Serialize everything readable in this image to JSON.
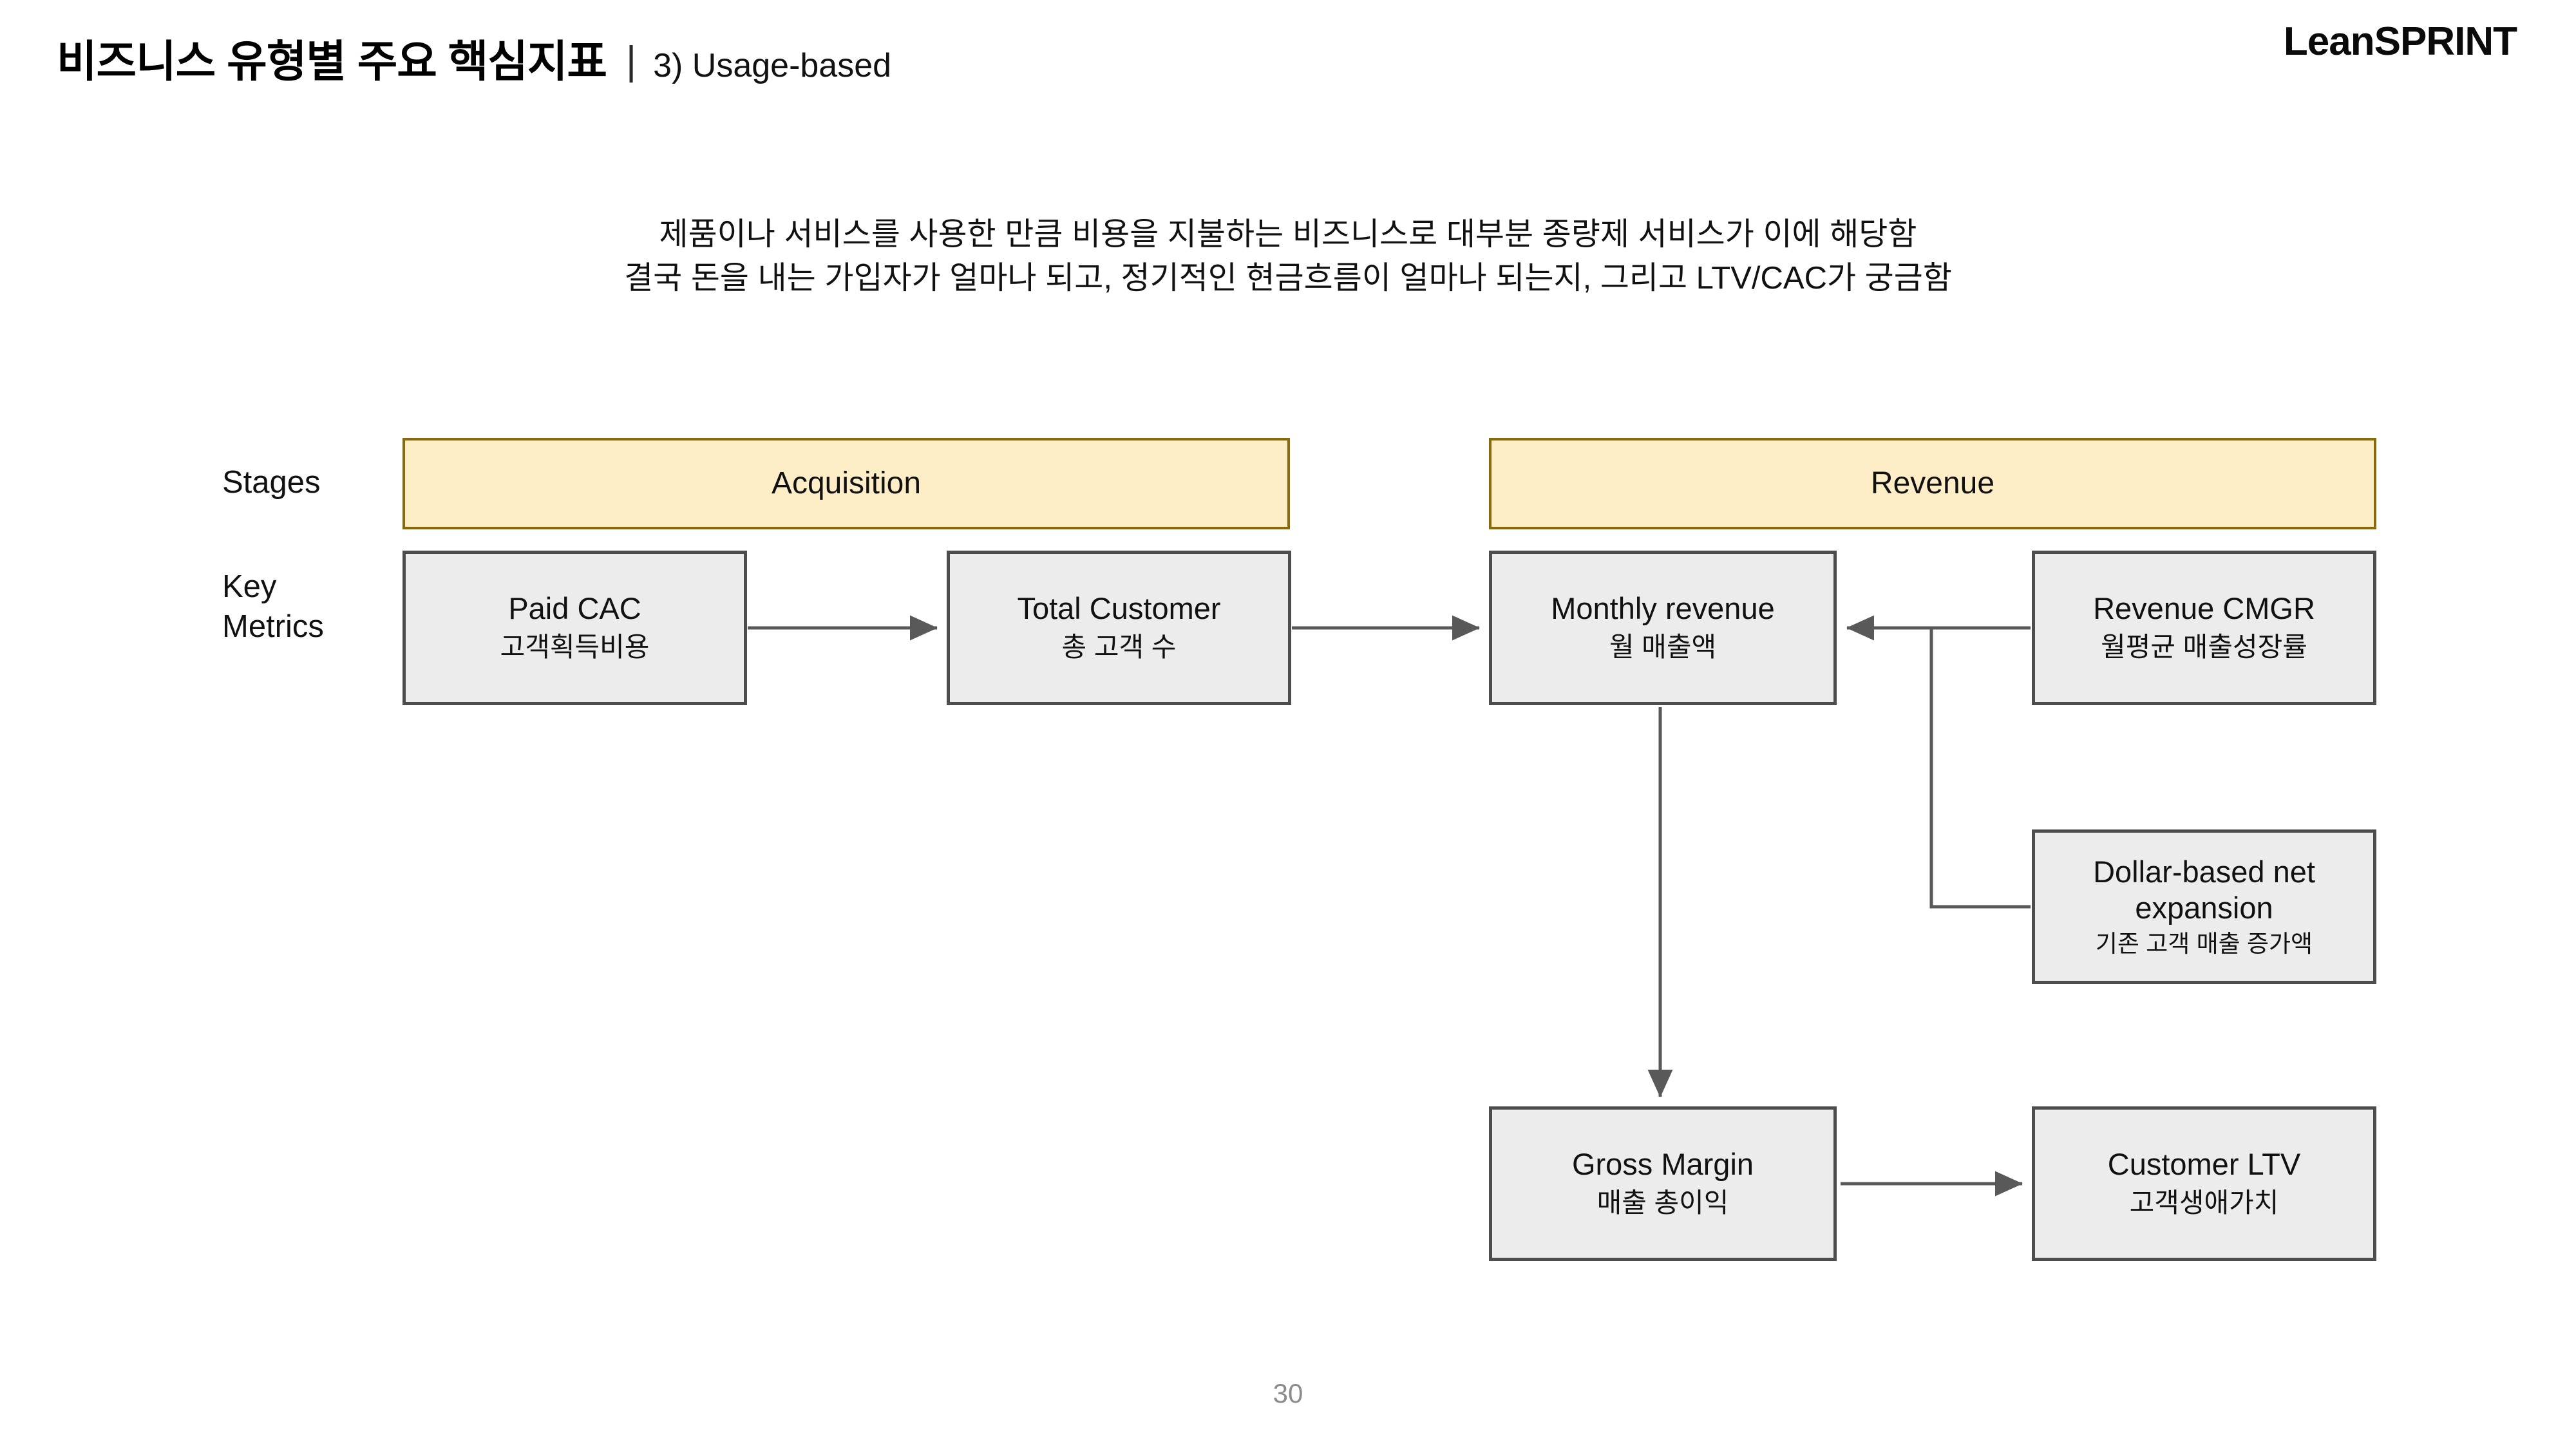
{
  "header": {
    "title": "비즈니스 유형별 주요 핵심지표",
    "separator": "|",
    "subtitle": "3) Usage-based"
  },
  "logo": {
    "part1": "Lean",
    "part2": "SPRINT"
  },
  "intro": {
    "line1": "제품이나 서비스를 사용한 만큼 비용을 지불하는 비즈니스로 대부분 종량제 서비스가 이에 해당함",
    "line2": "결국 돈을 내는 가입자가 얼마나 되고, 정기적인 현금흐름이 얼마나 되는지, 그리고 LTV/CAC가 궁금함"
  },
  "row_labels": {
    "stages": "Stages",
    "key_metrics_line1": "Key",
    "key_metrics_line2": "Metrics"
  },
  "stages": [
    {
      "id": "acquisition",
      "label": "Acquisition"
    },
    {
      "id": "revenue",
      "label": "Revenue"
    }
  ],
  "metrics": [
    {
      "id": "paid-cac",
      "en": "Paid CAC",
      "ko": "고객획득비용"
    },
    {
      "id": "total-customer",
      "en": "Total Customer",
      "ko": "총 고객 수"
    },
    {
      "id": "monthly-revenue",
      "en": "Monthly revenue",
      "ko": "월 매출액"
    },
    {
      "id": "revenue-cmgr",
      "en": "Revenue CMGR",
      "ko": "월평균 매출성장률"
    },
    {
      "id": "dollar-based-net-expansion",
      "en": "Dollar-based net expansion",
      "ko": "기존 고객 매출 증가액"
    },
    {
      "id": "gross-margin",
      "en": "Gross Margin",
      "ko": "매출 총이익"
    },
    {
      "id": "customer-ltv",
      "en": "Customer LTV",
      "ko": "고객생애가치"
    }
  ],
  "colors": {
    "stage_fill": "#fdeec8",
    "stage_border": "#8a6a08",
    "metric_fill": "#ececec",
    "metric_border": "#4d4d4d",
    "connector": "#595959",
    "page_number": "#8c8c8c"
  },
  "page_number": "30"
}
